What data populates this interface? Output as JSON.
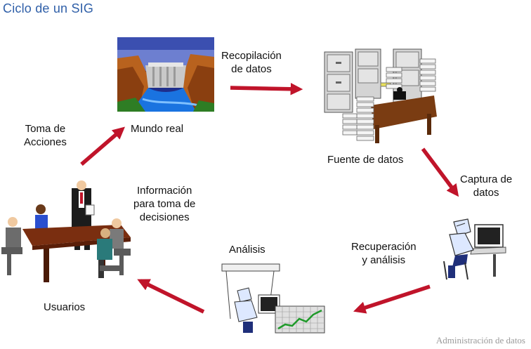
{
  "title": "Ciclo de un SIG",
  "nodes": {
    "mundo_real": "Mundo real",
    "fuente_datos": "Fuente de datos",
    "analisis": "Análisis",
    "usuarios": "Usuarios"
  },
  "edge_labels": {
    "recopilacion_l1": "Recopilación",
    "recopilacion_l2": "de datos",
    "captura_l1": "Captura de",
    "captura_l2": "datos",
    "recuperacion_l1": "Recuperación",
    "recuperacion_l2": "y análisis",
    "informacion_l1": "Información",
    "informacion_l2": "para toma de",
    "informacion_l3": "decisiones",
    "toma_l1": "Toma de",
    "toma_l2": "Acciones"
  },
  "footer": "Administración de datos",
  "colors": {
    "arrow": "#c0142a",
    "title": "#2f5fa8"
  },
  "icons": [
    "dam-landscape-illustration",
    "file-cabinets-illustration",
    "computer-user-illustration",
    "analyst-chart-illustration",
    "meeting-illustration"
  ]
}
